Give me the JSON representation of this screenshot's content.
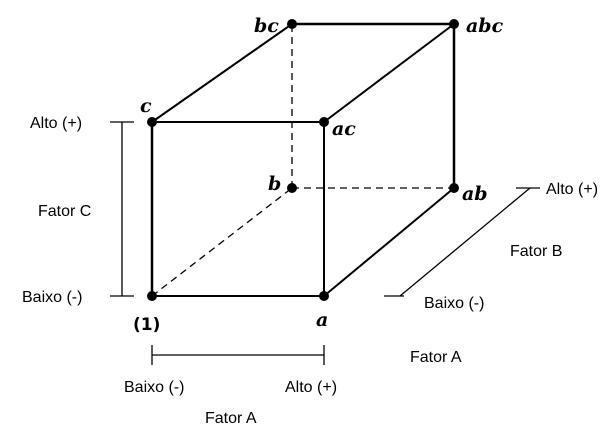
{
  "corners": {
    "one": "(1)",
    "a": "a",
    "b": "b",
    "c": "c",
    "ab": "ab",
    "ac": "ac",
    "bc": "bc",
    "abc": "abc"
  },
  "factor_a": {
    "label": "Fator A",
    "low": "Baixo (-)",
    "high": "Alto (+)"
  },
  "factor_a_side_label": "Fator A",
  "factor_b": {
    "label": "Fator B",
    "low": "Baixo (-)",
    "high": "Alto (+)"
  },
  "factor_c": {
    "label": "Fator C",
    "low": "Baixo (-)",
    "high": "Alto (+)"
  }
}
